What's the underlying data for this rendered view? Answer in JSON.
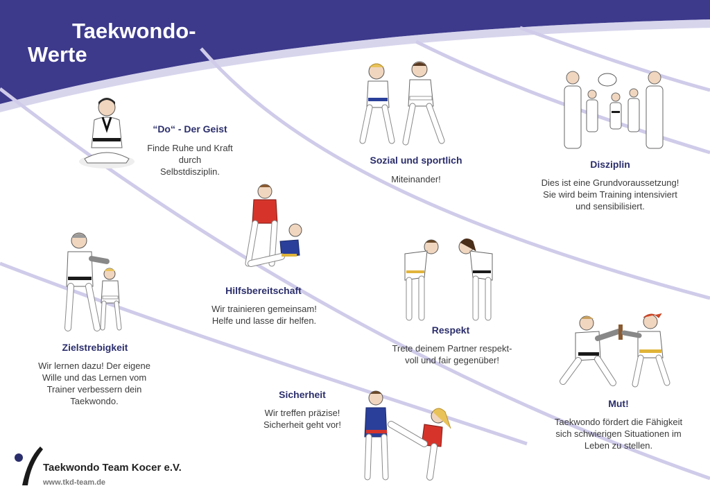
{
  "header": {
    "title_line1": "Taekwondo-",
    "title_line2": "Werte",
    "band_color": "#3d3a8c"
  },
  "values": [
    {
      "id": "do",
      "heading": "“Do“ - Der Geist",
      "lines": [
        "Finde Ruhe und Kraft",
        "durch",
        "Selbstdisziplin."
      ],
      "figure": "meditating-figure-icon"
    },
    {
      "id": "sozial",
      "heading": "Sozial und sportlich",
      "lines": [
        "Miteinander!"
      ],
      "figure": "sparring-pair-icon"
    },
    {
      "id": "disziplin",
      "heading": "Disziplin",
      "lines": [
        "Dies ist eine Grundvoraussetzung!",
        "Sie wird beim Training intensiviert",
        "und sensibilisiert."
      ],
      "figure": "line-up-icon"
    },
    {
      "id": "hilfsbereitschaft",
      "heading": "Hilfsbereitschaft",
      "lines": [
        "Wir trainieren gemeinsam!",
        "Helfe und lasse dir helfen."
      ],
      "figure": "helping-up-icon"
    },
    {
      "id": "zielstrebigkeit",
      "heading": "Zielstrebigkeit",
      "lines": [
        "Wir lernen dazu! Der eigene",
        "Wille und das Lernen vom",
        "Trainer verbessern dein",
        "Taekwondo."
      ],
      "figure": "master-student-icon"
    },
    {
      "id": "respekt",
      "heading": "Respekt",
      "lines": [
        "Trete deinem Partner respekt-",
        "voll und fair gegenüber!"
      ],
      "figure": "bowing-pair-icon"
    },
    {
      "id": "sicherheit",
      "heading": "Sicherheit",
      "lines": [
        "Wir treffen präzise!",
        "Sicherheit geht vor!"
      ],
      "figure": "high-kick-icon"
    },
    {
      "id": "mut",
      "heading": "Mut!",
      "lines": [
        "Taekwondo fördert die Fähigkeit",
        "sich schwierigen Situationen im",
        "Leben zu stellen."
      ],
      "figure": "board-break-icon"
    }
  ],
  "footer": {
    "club_name": "Taekwondo Team Kocer e.V.",
    "url": "www.tkd-team.de",
    "logo": "club-logo-icon"
  },
  "colors": {
    "heading": "#2b2e6b",
    "swoosh": "#c9c6e6",
    "belt_black": "#1a1a1a",
    "belt_blue": "#2a3f9a",
    "belt_yellow": "#e0b43a",
    "vest_red": "#d6342a"
  }
}
